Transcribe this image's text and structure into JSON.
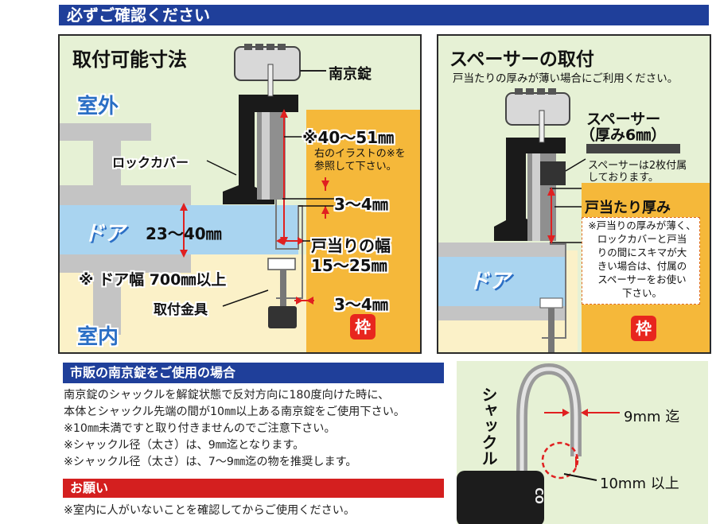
{
  "header": {
    "title": "必ずご確認ください"
  },
  "left_panel": {
    "title": "取付可能寸法",
    "outside": "室外",
    "inside": "室内",
    "padlock": "南京錠",
    "lock_cover": "ロックカバー",
    "door": "ドア",
    "door_thickness": "23〜40㎜",
    "door_width": "※ ドア幅 700㎜以上",
    "bracket": "取付金具",
    "note_range": "※40〜51㎜",
    "note_sub1": "右のイラストの※を",
    "note_sub2": "参照して下さい。",
    "gap_top": "3〜4㎜",
    "stop_width_label": "戸当りの幅",
    "stop_width_value": "15〜25㎜",
    "gap_bottom": "3〜4㎜",
    "frame": "枠"
  },
  "right_panel": {
    "title": "スペーサーの取付",
    "subtitle": "戸当たりの厚みが薄い場合にご利用ください。",
    "spacer_label": "スペーサー",
    "spacer_thickness": "（厚み6㎜）",
    "spacer_note1": "スペーサーは2枚付属",
    "spacer_note2": "しております。",
    "stop_thickness": "戸当たり厚み",
    "note_lines": [
      "※戸当りの厚みが薄く、",
      "ロックカバーと戸当",
      "りの間にスキマが大",
      "きい場合は、付属の",
      "スペーサーをお使い",
      "下さい。"
    ],
    "door": "ドア",
    "frame": "枠"
  },
  "padlock_section": {
    "heading": "市販の南京錠をご使用の場合",
    "lines": [
      "南京錠のシャックルを解錠状態で反対方向に180度向けた時に、",
      "本体とシャックル先端の間が10㎜以上ある南京錠をご使用下さい。",
      "※10㎜未満ですと取り付きませんのでご注意下さい。",
      "※シャックル径（太さ）は、9㎜迄となります。",
      "※シャックル径（太さ）は、7〜9㎜迄の物を推奨します。"
    ]
  },
  "request_section": {
    "heading": "お願い",
    "line": "※室内に人がいないことを確認してからご使用ください。"
  },
  "shackle_panel": {
    "shackle": "シャックル",
    "diameter": "9mm 迄",
    "gap": "10mm 以上",
    "body_text": "CO"
  },
  "colors": {
    "banner_blue": "#1f3f9a",
    "red": "#d41f1f",
    "frame_orange": "#f5b83a",
    "door_blue": "#a9d4f0",
    "panel_green": "#e6f1d5"
  }
}
